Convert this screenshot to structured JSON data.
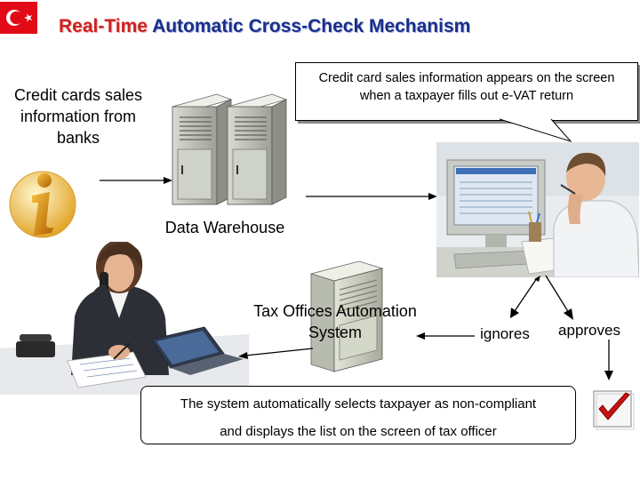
{
  "title": {
    "part1": "Real-Time",
    "part2": "Automatic Cross-Check Mechanism"
  },
  "labels": {
    "credit_cards": "Credit cards sales information from banks",
    "data_warehouse": "Data Warehouse",
    "tax_offices": "Tax Offices Automation System",
    "ignores": "ignores",
    "approves": "approves"
  },
  "callout": {
    "text": "Credit card sales information appears on the screen when a taxpayer fills out e-VAT return"
  },
  "bottom_box": {
    "line1": "The system automatically selects taxpayer as non-compliant",
    "line2": "and displays the list on the screen of tax officer"
  },
  "colors": {
    "title_red": "#cc2222",
    "title_blue": "#1a2f8a",
    "flag_red": "#e30a17",
    "check_red": "#cc1111"
  },
  "icons": [
    "turkey-flag-icon",
    "info-icon",
    "server-icon",
    "checkmark-icon"
  ]
}
